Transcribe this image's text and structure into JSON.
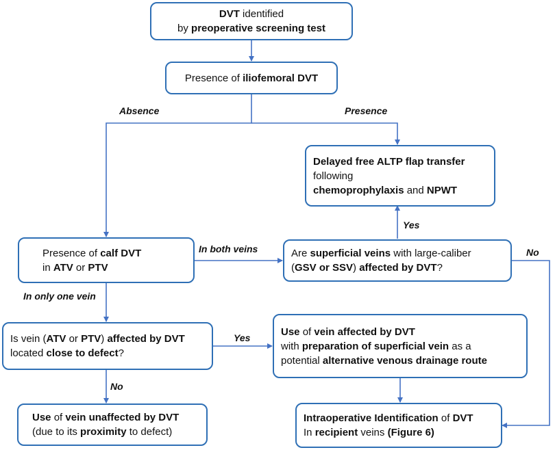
{
  "nodes": {
    "dvt_identified": {
      "line1": [
        {
          "t": "DVT",
          "b": true
        },
        {
          "t": " identified",
          "b": false
        }
      ],
      "line2": [
        {
          "t": "by ",
          "b": false
        },
        {
          "t": "preoperative screening test",
          "b": true
        }
      ]
    },
    "iliofemoral": {
      "line1": [
        {
          "t": "Presence of ",
          "b": false
        },
        {
          "t": "iliofemoral DVT",
          "b": true
        }
      ]
    },
    "delayed_flap": {
      "line1": [
        {
          "t": "Delayed free ALTP flap transfer",
          "b": true
        }
      ],
      "line2": [
        {
          "t": "following",
          "b": false
        }
      ],
      "line3": [
        {
          "t": "chemoprophylaxis",
          "b": true
        },
        {
          "t": " and ",
          "b": false
        },
        {
          "t": "NPWT",
          "b": true
        }
      ]
    },
    "calf_dvt": {
      "line1": [
        {
          "t": "Presence of ",
          "b": false
        },
        {
          "t": "calf DVT",
          "b": true
        }
      ],
      "line2": [
        {
          "t": "in ",
          "b": false
        },
        {
          "t": "ATV",
          "b": true
        },
        {
          "t": " or ",
          "b": false
        },
        {
          "t": "PTV",
          "b": true
        }
      ]
    },
    "superficial_veins": {
      "line1": [
        {
          "t": "Are ",
          "b": false
        },
        {
          "t": "superficial veins",
          "b": true
        },
        {
          "t": " with large-caliber",
          "b": false
        }
      ],
      "line2": [
        {
          "t": "(",
          "b": false
        },
        {
          "t": "GSV or SSV",
          "b": true
        },
        {
          "t": ") ",
          "b": false
        },
        {
          "t": "affected by DVT",
          "b": true
        },
        {
          "t": "?",
          "b": false
        }
      ]
    },
    "is_vein": {
      "line1": [
        {
          "t": "Is vein (",
          "b": false
        },
        {
          "t": "ATV",
          "b": true
        },
        {
          "t": " or ",
          "b": false
        },
        {
          "t": "PTV",
          "b": true
        },
        {
          "t": ") ",
          "b": false
        },
        {
          "t": "affected by DVT",
          "b": true
        }
      ],
      "line2": [
        {
          "t": "located ",
          "b": false
        },
        {
          "t": "close to defect",
          "b": true
        },
        {
          "t": "?",
          "b": false
        }
      ]
    },
    "use_affected": {
      "line1": [
        {
          "t": "Use",
          "b": true
        },
        {
          "t": " of ",
          "b": false
        },
        {
          "t": "vein affected by DVT",
          "b": true
        }
      ],
      "line2": [
        {
          "t": "with ",
          "b": false
        },
        {
          "t": "preparation of superficial vein",
          "b": true
        },
        {
          "t": " as a",
          "b": false
        }
      ],
      "line3": [
        {
          "t": "potential ",
          "b": false
        },
        {
          "t": "alternative venous drainage route",
          "b": true
        }
      ]
    },
    "use_unaffected": {
      "line1": [
        {
          "t": "Use",
          "b": true
        },
        {
          "t": " of ",
          "b": false
        },
        {
          "t": "vein unaffected by DVT",
          "b": true
        }
      ],
      "line2": [
        {
          "t": "(due to its ",
          "b": false
        },
        {
          "t": "proximity",
          "b": true
        },
        {
          "t": " to defect)",
          "b": false
        }
      ]
    },
    "intraop": {
      "line1": [
        {
          "t": "Intraoperative Identification",
          "b": true
        },
        {
          "t": " of ",
          "b": false
        },
        {
          "t": "DVT",
          "b": true
        }
      ],
      "line2": [
        {
          "t": "In ",
          "b": false
        },
        {
          "t": "recipient",
          "b": true
        },
        {
          "t": " veins ",
          "b": false
        },
        {
          "t": "(Figure 6)",
          "b": true
        }
      ]
    }
  },
  "labels": {
    "absence": "Absence",
    "presence": "Presence",
    "yes_up": "Yes",
    "no_right": "No",
    "in_both_veins": "In both veins",
    "in_only_one_vein": "In only one vein",
    "yes_mid": "Yes",
    "no_down": "No"
  },
  "colors": {
    "arrow": "#4472c4",
    "box_border": "#2e6fb5"
  }
}
